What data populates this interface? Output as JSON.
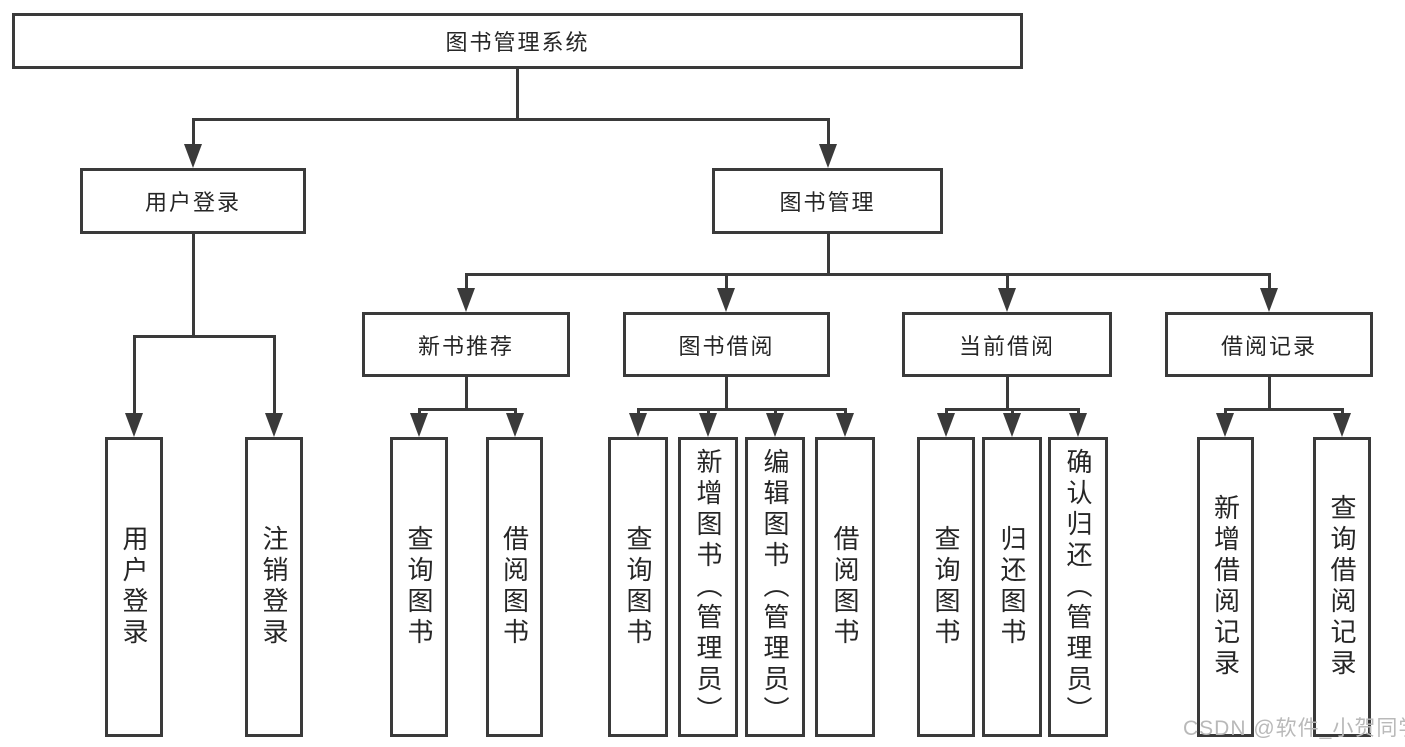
{
  "nodes": {
    "root": "图书管理系统",
    "level2": [
      "用户登录",
      "图书管理"
    ],
    "level3": [
      "新书推荐",
      "图书借阅",
      "当前借阅",
      "借阅记录"
    ],
    "user_login_children": [
      "用户登录",
      "注销登录"
    ],
    "new_books_children": [
      "查询图书",
      "借阅图书"
    ],
    "book_borrow_children": [
      "查询图书",
      "新增图书（管理员）",
      "编辑图书（管理员）",
      "借阅图书"
    ],
    "current_borrow_children": [
      "查询图书",
      "归还图书",
      "确认归还（管理员）"
    ],
    "borrow_records_children": [
      "新增借阅记录",
      "查询借阅记录"
    ]
  },
  "watermark": "CSDN @软件_小贺同学",
  "colors": {
    "line": "#3a3a3a",
    "text": "#262626",
    "watermark": "#b9b9b9",
    "background": "#ffffff"
  }
}
